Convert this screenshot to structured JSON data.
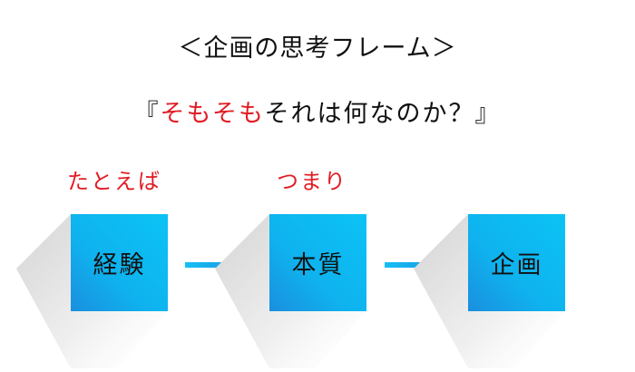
{
  "title": "＜企画の思考フレーム＞",
  "question": {
    "open_bracket": "『",
    "emphasis": "そもそも",
    "rest": "それは何なのか？",
    "close_bracket": "』"
  },
  "labels": {
    "first": "たとえば",
    "second": "つまり"
  },
  "steps": [
    {
      "label": "経験"
    },
    {
      "label": "本質"
    },
    {
      "label": "企画"
    }
  ],
  "colors": {
    "accent_red": "#e11d24",
    "box_blue_light": "#0bc3f5",
    "box_blue_dark": "#1a8fde",
    "text": "#111111"
  }
}
